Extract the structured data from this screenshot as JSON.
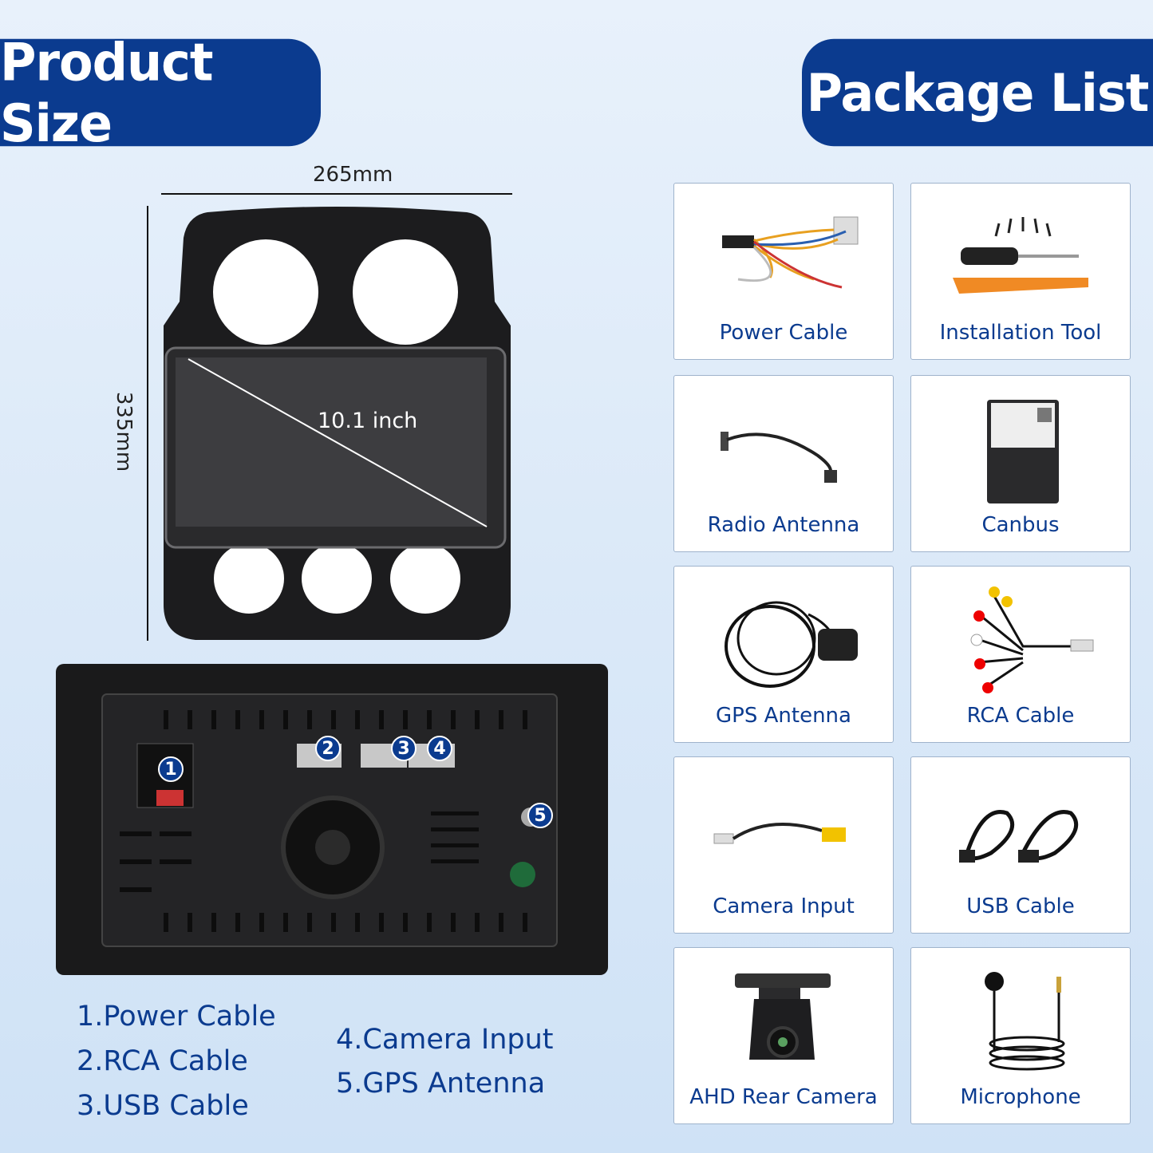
{
  "headers": {
    "product_size": "Product Size",
    "package_list": "Package List"
  },
  "dimensions": {
    "width": "265mm",
    "height": "335mm",
    "screen": "10.1 inch"
  },
  "rear_ports": [
    {
      "number": "1",
      "label": "1.Power Cable"
    },
    {
      "number": "2",
      "label": "2.RCA Cable"
    },
    {
      "number": "3",
      "label": "3.USB Cable"
    },
    {
      "number": "4",
      "label": "4.Camera Input"
    },
    {
      "number": "5",
      "label": "5.GPS Antenna"
    }
  ],
  "package_items": [
    {
      "label": "Power Cable",
      "icon": "power-cable-icon"
    },
    {
      "label": "Installation Tool",
      "icon": "installation-tool-icon"
    },
    {
      "label": "Radio Antenna",
      "icon": "radio-antenna-icon"
    },
    {
      "label": "Canbus",
      "icon": "canbus-icon"
    },
    {
      "label": "GPS Antenna",
      "icon": "gps-antenna-icon"
    },
    {
      "label": "RCA Cable",
      "icon": "rca-cable-icon"
    },
    {
      "label": "Camera Input",
      "icon": "camera-input-icon"
    },
    {
      "label": "USB Cable",
      "icon": "usb-cable-icon"
    },
    {
      "label": "AHD Rear Camera",
      "icon": "rear-camera-icon"
    },
    {
      "label": "Microphone",
      "icon": "microphone-icon"
    }
  ],
  "colors": {
    "brand": "#0b3b8f",
    "card_border": "#9fb3cc",
    "background": "#dbe9f8"
  }
}
